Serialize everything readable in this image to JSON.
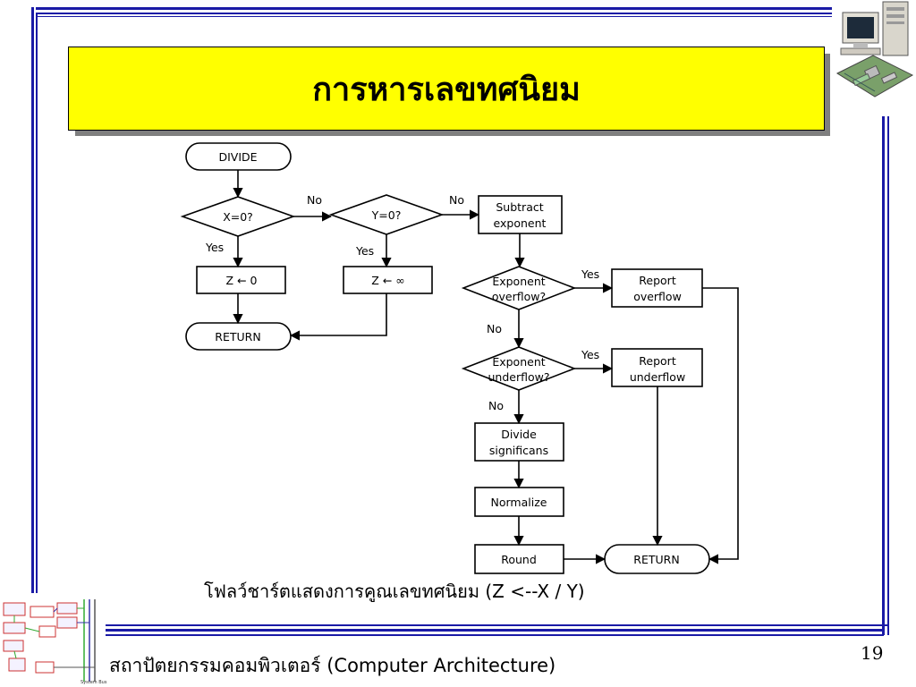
{
  "slide": {
    "title": "การหารเลขทศนิยม",
    "caption": "โฟลว์ชาร์ตแสดงการคูณเลขทศนิยม  (Z <--X / Y)",
    "footer": "สถาปัตยกรรมคอมพิวเตอร์ (Computer Architecture)",
    "page_number": "19"
  },
  "flowchart": {
    "start": "DIVIDE",
    "decision_x": "X=0?",
    "decision_y": "Y=0?",
    "subtract_line1": "Subtract",
    "subtract_line2": "exponent",
    "z_zero": "Z ← 0",
    "z_inf": "Z ← ∞",
    "return_left": "RETURN",
    "overflow_line1": "Exponent",
    "overflow_line2": "overflow?",
    "report_overflow_line1": "Report",
    "report_overflow_line2": "overflow",
    "underflow_line1": "Exponent",
    "underflow_line2": "underflow?",
    "report_underflow_line1": "Report",
    "report_underflow_line2": "underflow",
    "divide_line1": "Divide",
    "divide_line2": "significans",
    "normalize": "Normalize",
    "round": "Round",
    "return_right": "RETURN",
    "label_no_1": "No",
    "label_no_2": "No",
    "label_yes_1": "Yes",
    "label_yes_2": "Yes",
    "label_yes_3": "Yes",
    "label_no_3": "No",
    "label_yes_4": "Yes",
    "label_no_4": "No"
  },
  "colors": {
    "frame": "#1a1aa6",
    "title_bg": "#ffff00",
    "title_shadow": "#7f7f7f"
  },
  "icons": {
    "top_right": "computer-icon",
    "bottom_left": "system-diagram-icon"
  }
}
